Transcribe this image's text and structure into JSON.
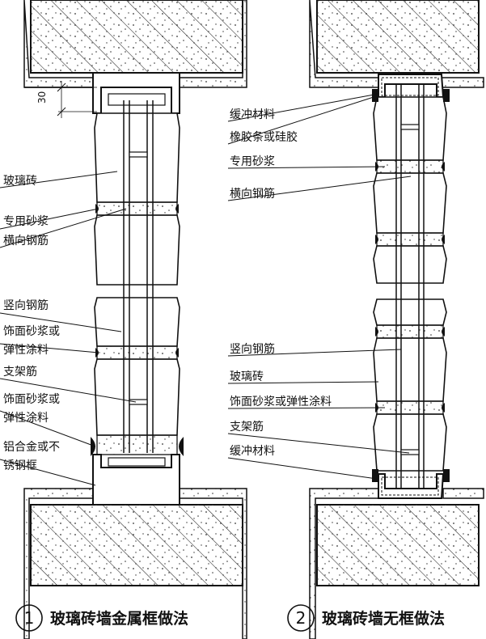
{
  "left": {
    "dimension": "30",
    "labels": [
      "玻璃砖",
      "专用砂浆",
      "横向钢筋",
      "竖向钢筋",
      "饰面砂浆或",
      "弹性涂料",
      "支架筋",
      "饰面砂浆或",
      "弹性涂料",
      "铝合金或不",
      "锈钢框"
    ],
    "caption_number": "1",
    "caption": "玻璃砖墙金属框做法"
  },
  "right": {
    "labels": [
      "缓冲材料",
      "橡胶条或硅胶",
      "专用砂浆",
      "横向钢筋",
      "竖向钢筋",
      "玻璃砖",
      "饰面砂浆或弹性涂料",
      "支架筋",
      "缓冲材料"
    ],
    "caption_number": "2",
    "caption": "玻璃砖墙无框做法"
  }
}
